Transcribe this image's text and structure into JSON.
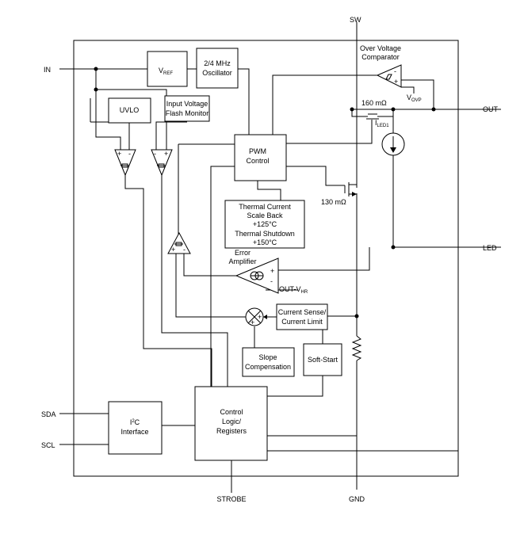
{
  "pins": {
    "in": "IN",
    "sw": "SW",
    "out": "OUT",
    "led": "LED",
    "sda": "SDA",
    "scl": "SCL",
    "strobe": "STROBE",
    "gnd": "GND"
  },
  "blocks": {
    "vref_main": "V",
    "vref_sub": "REF",
    "osc_line1": "2/4 MHz",
    "osc_line2": "Oscillator",
    "uvlo": "UVLO",
    "ivfm_line1": "Input Voltage",
    "ivfm_line2": "Flash Monitor",
    "pwm_line1": "PWM",
    "pwm_line2": "Control",
    "thermal_line1": "Thermal Current",
    "thermal_line2": "Scale Back",
    "thermal_line3": "+125°C",
    "thermal_line4": "Thermal Shutdown",
    "thermal_line5": "+150°C",
    "current_sense_line1": "Current Sense/",
    "current_sense_line2": "Current Limit",
    "slope_line1": "Slope",
    "slope_line2": "Compensation",
    "soft_start": "Soft-Start",
    "control_line1": "Control",
    "control_line2": "Logic/",
    "control_line3": "Registers",
    "i2c_main": "I",
    "i2c_sup": "2",
    "i2c_after": "C",
    "i2c_line2": "Interface"
  },
  "labels": {
    "ovp_line1": "Over Voltage",
    "ovp_line2": "Comparator",
    "vovp_main": "V",
    "vovp_sub": "OVP",
    "r160": "160 mΩ",
    "iled_main": "I",
    "iled_sub": "LED1",
    "r130": "130 mΩ",
    "error_amp_line1": "Error",
    "error_amp_line2": "Amplifier",
    "outvhr_main": "OUT-V",
    "outvhr_sub": "HR"
  }
}
